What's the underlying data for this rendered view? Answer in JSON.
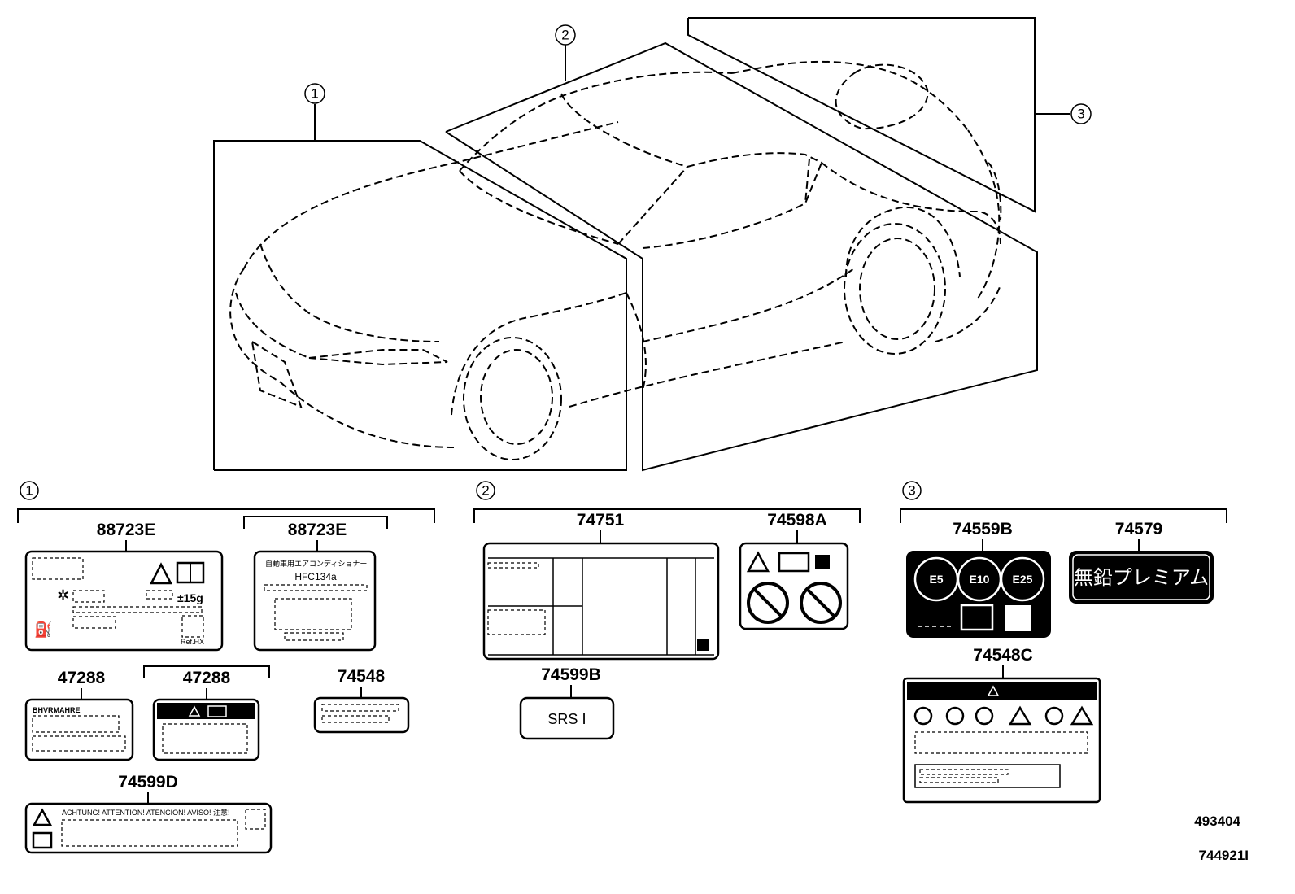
{
  "callouts": {
    "zone1": "1",
    "zone2": "2",
    "zone3": "3"
  },
  "parts": {
    "p88723E_a": "88723E",
    "p88723E_b": "88723E",
    "p47288_a": "47288",
    "p47288_b": "47288",
    "p74548": "74548",
    "p74599D": "74599D",
    "p74751": "74751",
    "p74598A": "74598A",
    "p74599B": "74599B",
    "p74559B": "74559B",
    "p74579": "74579",
    "p74548C": "74548C"
  },
  "label_text": {
    "ac_charge": "±15g",
    "ac_code": "Ref.HX",
    "ac_jp_title": "自動車用エアコンディショナー",
    "ac_refrigerant": "HFC134a",
    "l47288_heading": "BHVRMAHRE",
    "l74599D_warning": "ACHTUNG!  ATTENTION!  ATENCION!  AVISO!  注意!",
    "srs": "SRS Ⅰ",
    "fuel_e5": "E5",
    "fuel_e10": "E10",
    "fuel_e25": "E25",
    "unleaded_premium": "無鉛プレミアム"
  },
  "reference_codes": {
    "code_a": "493404",
    "code_b": "744921I"
  }
}
